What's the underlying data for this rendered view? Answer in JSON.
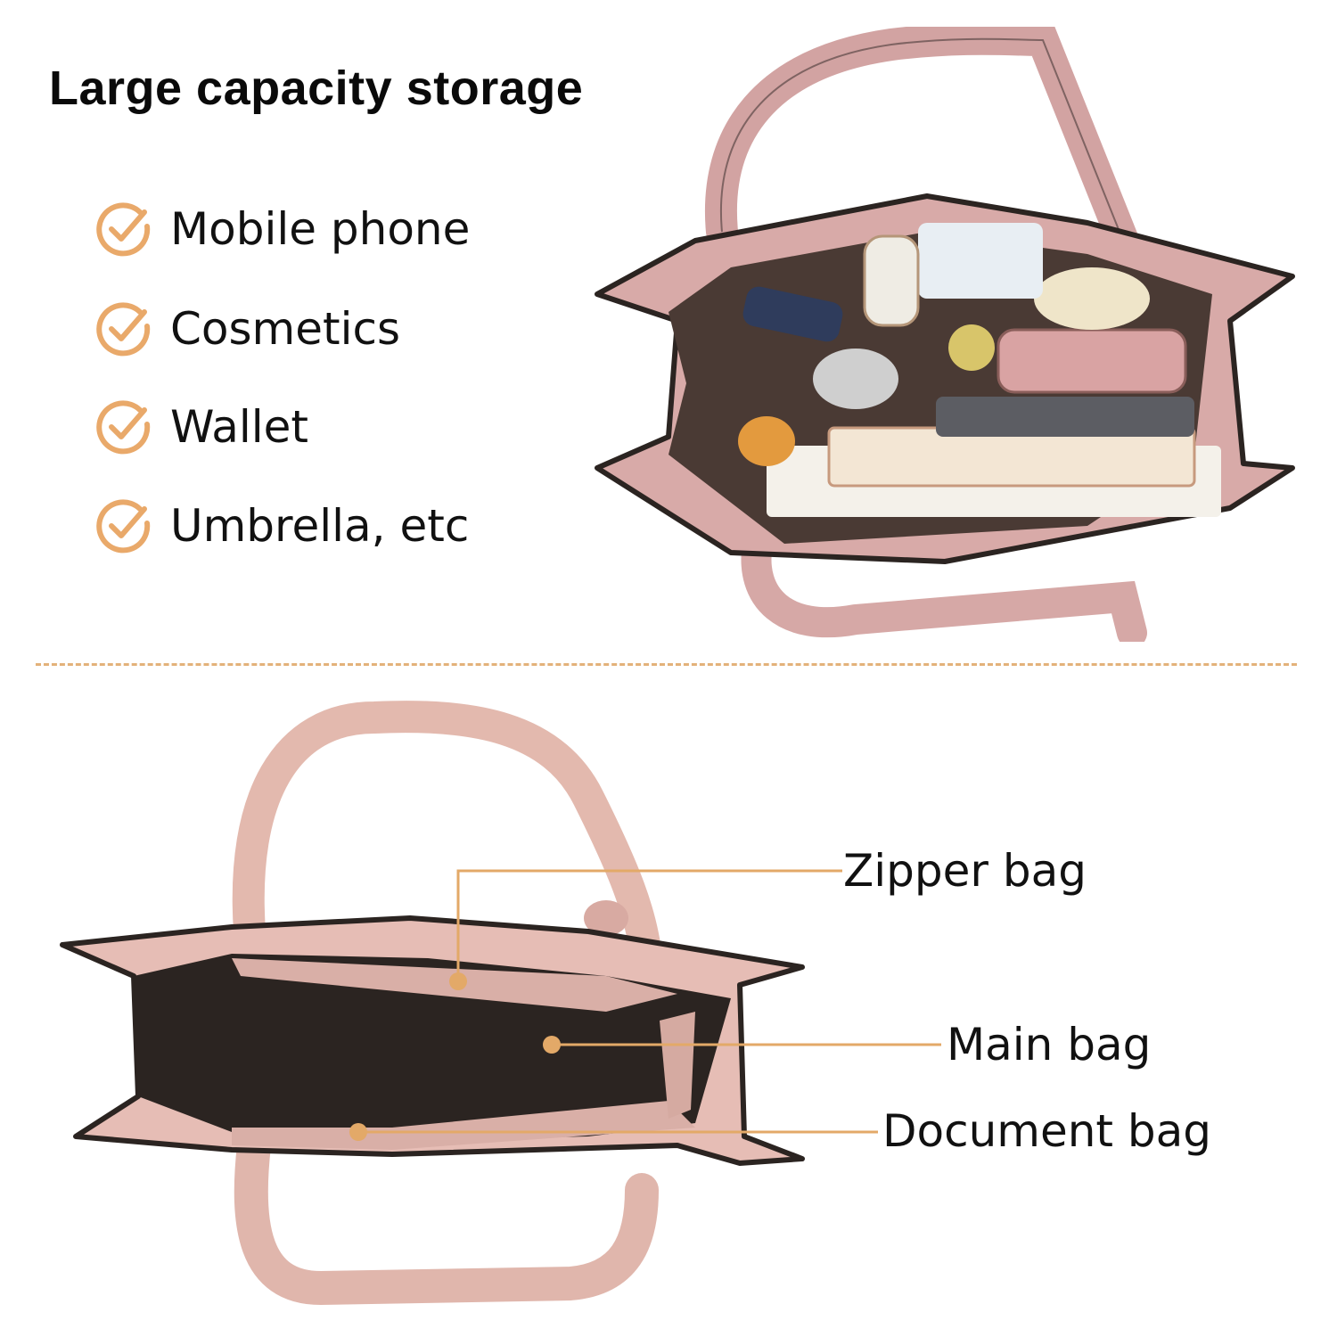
{
  "title": "Large capacity storage",
  "features": [
    {
      "label": "Mobile phone",
      "icon": "check-circle-icon"
    },
    {
      "label": "Cosmetics",
      "icon": "check-circle-icon"
    },
    {
      "label": "Wallet",
      "icon": "check-circle-icon"
    },
    {
      "label": "Umbrella, etc",
      "icon": "check-circle-icon"
    }
  ],
  "callouts": {
    "zipper": "Zipper bag",
    "main": "Main bag",
    "document": "Document bag"
  },
  "colors": {
    "accent": "#e9a96a",
    "bag_pink": "#d8aaa8",
    "bag_dark": "#2b2421"
  }
}
